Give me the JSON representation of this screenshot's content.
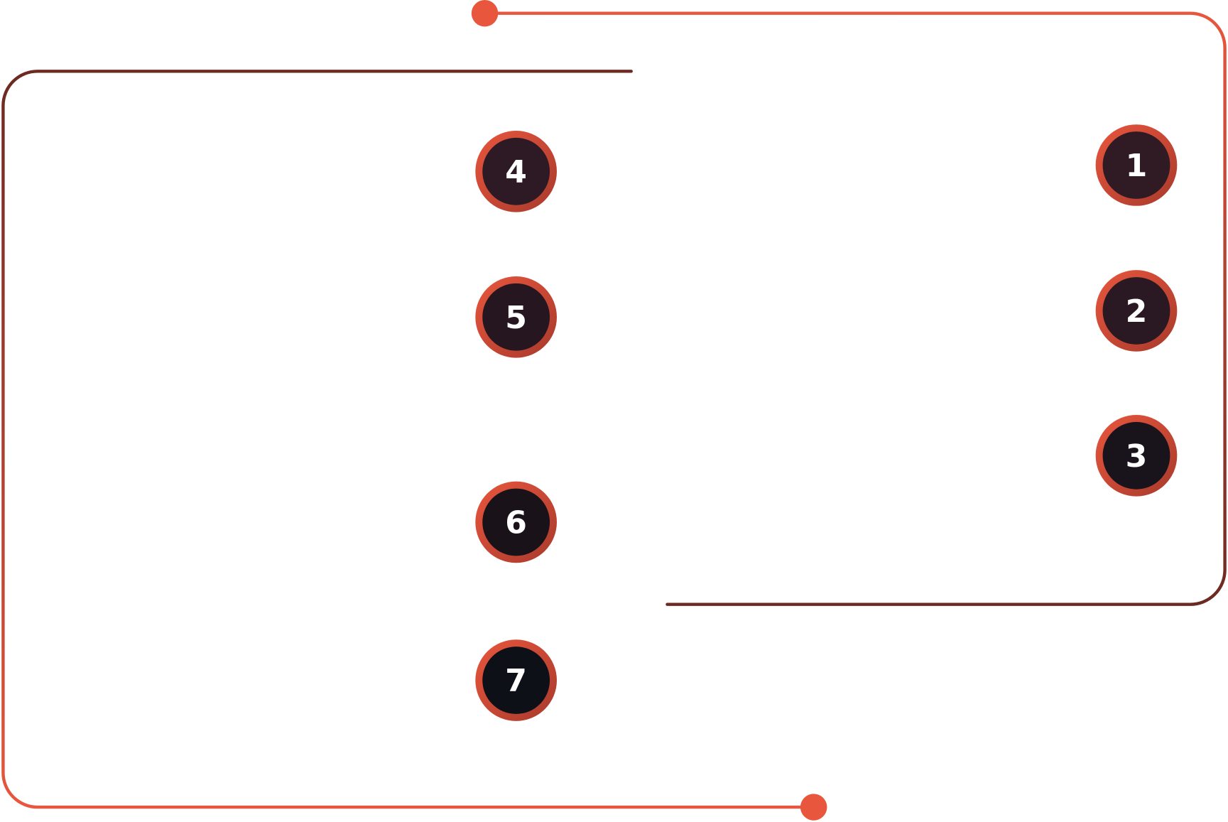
{
  "colors": {
    "accent": "#E8563D",
    "dark_line": "#6B2A22",
    "node_fill_top": "#301A24",
    "node_fill_bottom": "#0C1018",
    "number": "#FFFFFF"
  },
  "steps": [
    {
      "label": "1",
      "fill": "#301A24"
    },
    {
      "label": "2",
      "fill": "#2A1822"
    },
    {
      "label": "3",
      "fill": "#19141C"
    },
    {
      "label": "4",
      "fill": "#2E1A24"
    },
    {
      "label": "5",
      "fill": "#26161F"
    },
    {
      "label": "6",
      "fill": "#1A1219"
    },
    {
      "label": "7",
      "fill": "#0E1018"
    }
  ]
}
